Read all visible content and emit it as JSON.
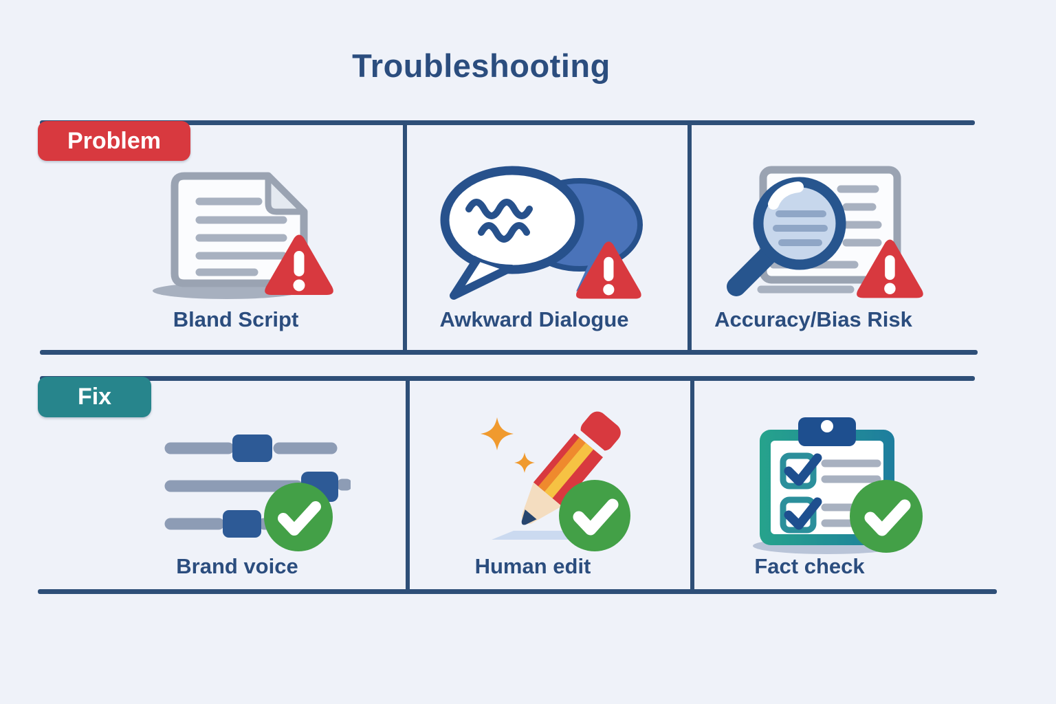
{
  "title": "Troubleshooting",
  "colors": {
    "background": "#eff2f9",
    "navy": "#2b4d7e",
    "line": "#2e4f78",
    "problem_red": "#d8393f",
    "fix_teal": "#27858c",
    "check_green": "#43a047"
  },
  "rows": [
    {
      "badge": "Problem",
      "cells": [
        {
          "label": "Bland Script",
          "icon": "document-warning-icon"
        },
        {
          "label": "Awkward Dialogue",
          "icon": "speech-bubbles-warning-icon"
        },
        {
          "label": "Accuracy/Bias Risk",
          "icon": "magnifier-document-warning-icon"
        }
      ]
    },
    {
      "badge": "Fix",
      "cells": [
        {
          "label": "Brand voice",
          "icon": "sliders-check-icon"
        },
        {
          "label": "Human edit",
          "icon": "pencil-check-icon"
        },
        {
          "label": "Fact check",
          "icon": "clipboard-check-icon"
        }
      ]
    }
  ]
}
